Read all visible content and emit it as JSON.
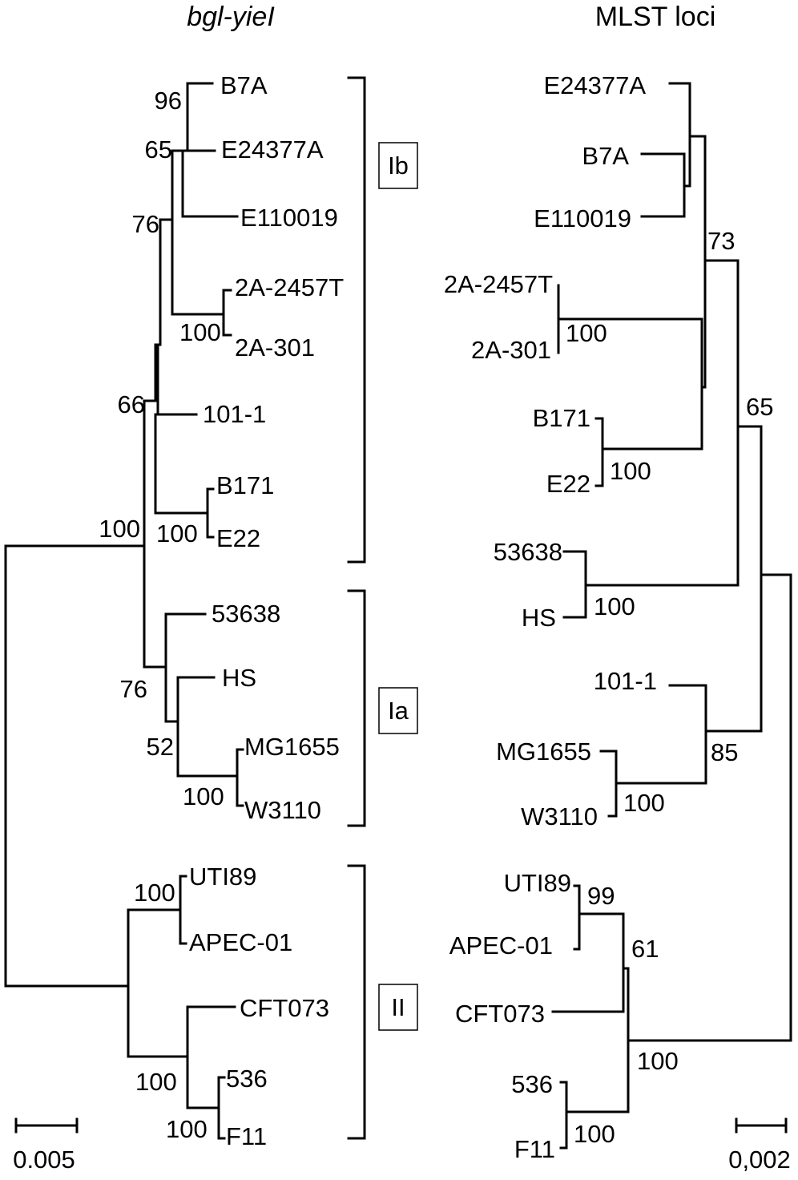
{
  "left_tree": {
    "title": "bgl-yieI",
    "scale_label": "0.005",
    "taxa": {
      "b7a": "B7A",
      "e24377a": "E24377A",
      "e110019": "E110019",
      "t2a_2457t": "2A-2457T",
      "t2a_301": "2A-301",
      "t101_1": "101-1",
      "b171": "B171",
      "e22": "E22",
      "t53638": "53638",
      "hs": "HS",
      "mg1655": "MG1655",
      "w3110": "W3110",
      "uti89": "UTI89",
      "apec01": "APEC-01",
      "cft073": "CFT073",
      "t536": "536",
      "f11": "F11"
    },
    "bootstrap": {
      "b7a_e24377a": "96",
      "plus_e110019": "65",
      "plus_shigella": "76",
      "ib_clade": "66",
      "b171_e22": "100",
      "ib_ia": "100",
      "shigella_pair": "100",
      "ia_clade": "76",
      "hs_k12": "52",
      "k12_pair": "100",
      "uti89_apec": "100",
      "cft_536_f11": "100",
      "pair_536_f11": "100"
    },
    "clades": {
      "ib": "Ib",
      "ia": "Ia",
      "ii": "II"
    }
  },
  "right_tree": {
    "title": "MLST loci",
    "scale_label": "0,002",
    "taxa": {
      "e24377a": "E24377A",
      "b7a": "B7A",
      "e110019": "E110019",
      "t2a_2457t": "2A-2457T",
      "t2a_301": "2A-301",
      "b171": "B171",
      "e22": "E22",
      "t53638": "53638",
      "hs": "HS",
      "t101_1": "101-1",
      "mg1655": "MG1655",
      "w3110": "W3110",
      "uti89": "UTI89",
      "apec01": "APEC-01",
      "cft073": "CFT073",
      "t536": "536",
      "f11": "F11"
    },
    "bootstrap": {
      "n73": "73",
      "shigella_pair": "100",
      "b171_e22": "100",
      "n65": "65",
      "pair_53638_hs": "100",
      "n85": "85",
      "k12_pair": "100",
      "uti89_apec": "99",
      "n61": "61",
      "n100_group_b2": "100",
      "pair_536_f11": "100"
    }
  }
}
